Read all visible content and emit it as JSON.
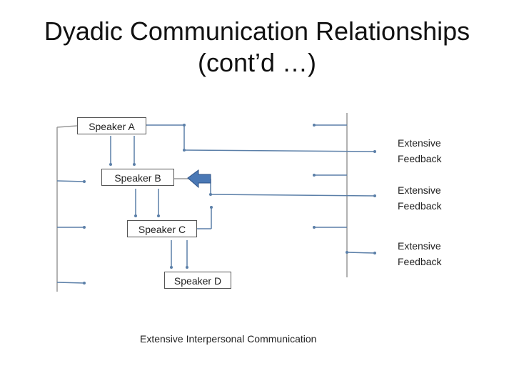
{
  "title": {
    "line1": "Dyadic Communication Relationships",
    "line2": "(cont’d …)"
  },
  "speakers": [
    {
      "label": "Speaker A"
    },
    {
      "label": "Speaker B"
    },
    {
      "label": "Speaker C"
    },
    {
      "label": "Speaker D"
    }
  ],
  "feedback": [
    {
      "line1": "Extensive",
      "line2": "Feedback"
    },
    {
      "line1": "Extensive",
      "line2": "Feedback"
    },
    {
      "line1": "Extensive",
      "line2": "Feedback"
    }
  ],
  "caption": "Extensive Interpersonal Communication",
  "colors": {
    "line": "#5b7fa8",
    "arrow_fill": "#4a78b5",
    "arrow_stroke": "#2f5286",
    "box_border": "#555555"
  }
}
